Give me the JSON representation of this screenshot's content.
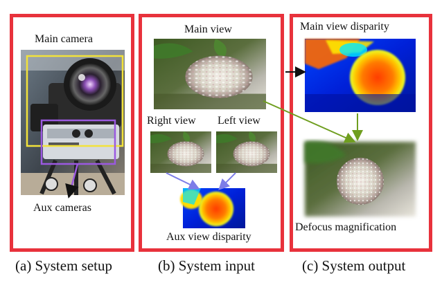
{
  "panels": {
    "setup": {
      "caption": "(a) System setup",
      "top_label": "Main camera",
      "bottom_label": "Aux cameras"
    },
    "input": {
      "caption": "(b) System input",
      "main_label": "Main view",
      "right_label": "Right view",
      "left_label": "Left view",
      "disparity_label": "Aux view disparity"
    },
    "output": {
      "caption": "(c) System output",
      "disparity_label": "Main view disparity",
      "result_label": "Defocus magnification"
    }
  },
  "colors": {
    "panel_border": "#e8323c",
    "main_cam_box": "#f2e23a",
    "aux_cam_box": "#9b59e0",
    "arrow_green": "#6f9e1f",
    "arrow_blue": "#7d7de8",
    "arrow_black": "#111111"
  },
  "icons": [
    "camera-rig-photo",
    "flower-photo",
    "disparity-map"
  ]
}
